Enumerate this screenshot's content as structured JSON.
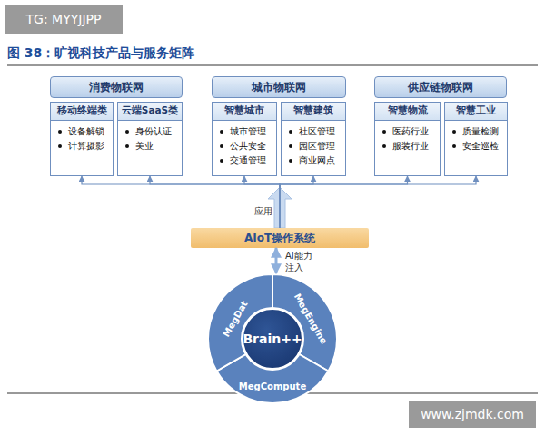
{
  "diagram": {
    "title": "图 38：旷视科技产品与服务矩阵",
    "nodes": [
      {
        "text": [
          "消费物联网"
        ]
      },
      {
        "text": [
          "城市物联网"
        ]
      },
      {
        "text": [
          "供应链物联网"
        ]
      },
      {
        "text": [
          "移动终端类",
          "设备解锁",
          "计算摄影"
        ]
      },
      {
        "text": [
          "云端SaaS类",
          "身份认证",
          "美业"
        ]
      },
      {
        "text": [
          "智慧城市",
          "城市管理",
          "公共安全",
          "交通管理"
        ]
      },
      {
        "text": [
          "智慧建筑",
          "社区管理",
          "园区管理",
          "商业网点"
        ]
      },
      {
        "text": [
          "智慧物流",
          "医药行业",
          "服装行业"
        ]
      },
      {
        "text": [
          "智慧工业",
          "质量检测",
          "安全巡检"
        ]
      },
      {
        "text": [
          "AIoT操作系统"
        ]
      },
      {
        "text": [
          "MegDat",
          "MegEngine",
          "MegCompute"
        ]
      },
      {
        "text": [
          "Brain++"
        ],
        "in": 10
      }
    ],
    "edges": [
      {
        "from": 9,
        "to": 3,
        "arrow": "to"
      },
      {
        "from": 9,
        "to": 4,
        "arrow": "to"
      },
      {
        "from": 9,
        "to": 5,
        "arrow": "to"
      },
      {
        "from": 9,
        "to": 6,
        "arrow": "to"
      },
      {
        "from": 9,
        "to": 7,
        "arrow": "to"
      },
      {
        "from": 9,
        "to": 8,
        "arrow": "to"
      },
      {
        "from": 9,
        "to": 10,
        "label": "AI能力 注入",
        "arrow": "both"
      }
    ],
    "labels": [
      "TG: MYYJJPP",
      "应用",
      "www.zjmdk.com"
    ]
  }
}
